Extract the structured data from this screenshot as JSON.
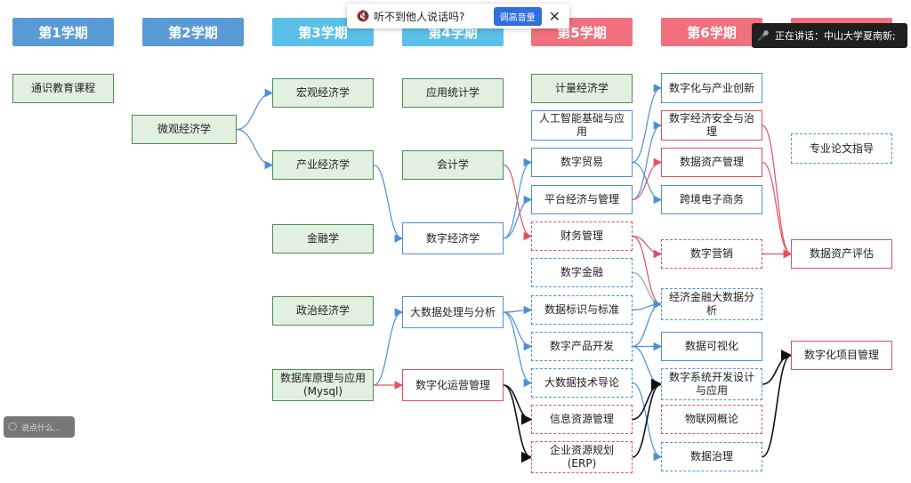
{
  "headers": [
    {
      "id": "s1",
      "label": "第1学期",
      "color": "#5b9bd5"
    },
    {
      "id": "s2",
      "label": "第2学期",
      "color": "#5b9bd5"
    },
    {
      "id": "s3",
      "label": "第3学期",
      "color": "#5bc0e8"
    },
    {
      "id": "s4",
      "label": "第4学期",
      "color": "#5bc0e8"
    },
    {
      "id": "s5",
      "label": "第5学期",
      "color": "#f0707e"
    },
    {
      "id": "s6",
      "label": "第6学期",
      "color": "#f0707e"
    },
    {
      "id": "s7",
      "label": "",
      "color": "#f0707e"
    }
  ],
  "notice": {
    "text": "听不到他人说话吗?",
    "button": "调高音量",
    "close": "✕"
  },
  "speaker": {
    "text": "正在讲话：中山大学夏南新;"
  },
  "chat_input": {
    "placeholder": "说点什么..."
  },
  "nodes": [
    {
      "id": "tongshi",
      "label": "通识教育课程",
      "style": "green"
    },
    {
      "id": "weiguan",
      "label": "微观经济学",
      "style": "green"
    },
    {
      "id": "hongguan",
      "label": "宏观经济学",
      "style": "green"
    },
    {
      "id": "chanye",
      "label": "产业经济学",
      "style": "green"
    },
    {
      "id": "jinrong",
      "label": "金融学",
      "style": "green"
    },
    {
      "id": "zhengzhi",
      "label": "政治经济学",
      "style": "green"
    },
    {
      "id": "shujuku",
      "label": "数据库原理与应用 (Mysql)",
      "style": "green"
    },
    {
      "id": "yingyong",
      "label": "应用统计学",
      "style": "green"
    },
    {
      "id": "kuaiji",
      "label": "会计学",
      "style": "green"
    },
    {
      "id": "shuzijingji",
      "label": "数字经济学",
      "style": "blue"
    },
    {
      "id": "dashuju",
      "label": "大数据处理与分析",
      "style": "blue"
    },
    {
      "id": "yunying",
      "label": "数字化运营管理",
      "style": "red"
    },
    {
      "id": "jiliang",
      "label": "计量经济学",
      "style": "green"
    },
    {
      "id": "rengong",
      "label": "人工智能基础与应用",
      "style": "blue"
    },
    {
      "id": "maoyi",
      "label": "数字贸易",
      "style": "blue"
    },
    {
      "id": "pingtai",
      "label": "平台经济与管理",
      "style": "blue"
    },
    {
      "id": "caiwu",
      "label": "财务管理",
      "style": "red-d"
    },
    {
      "id": "shuzijinrong",
      "label": "数字金融",
      "style": "blue-d"
    },
    {
      "id": "biaoshi",
      "label": "数据标识与标准",
      "style": "blue-d"
    },
    {
      "id": "chanpin",
      "label": "数字产品开发",
      "style": "blue-d"
    },
    {
      "id": "jishu",
      "label": "大数据技术导论",
      "style": "blue-d"
    },
    {
      "id": "xinxi",
      "label": "信息资源管理",
      "style": "red-d"
    },
    {
      "id": "erp",
      "label": "企业资源规划 (ERP)",
      "style": "red-d"
    },
    {
      "id": "chuangxin",
      "label": "数字化与产业创新",
      "style": "blue"
    },
    {
      "id": "anquan",
      "label": "数字经济安全与治理",
      "style": "red"
    },
    {
      "id": "zichan",
      "label": "数据资产管理",
      "style": "red"
    },
    {
      "id": "kuajing",
      "label": "跨境电子商务",
      "style": "blue"
    },
    {
      "id": "yingxiao",
      "label": "数字营销",
      "style": "red-d"
    },
    {
      "id": "dashujufenxi",
      "label": "经济金融大数据分析",
      "style": "blue-d"
    },
    {
      "id": "keshihua",
      "label": "数据可视化",
      "style": "blue"
    },
    {
      "id": "xitong",
      "label": "数字系统开发设计与应用",
      "style": "blue-d"
    },
    {
      "id": "wulianwang",
      "label": "物联网概论",
      "style": "red-d"
    },
    {
      "id": "zhili",
      "label": "数据治理",
      "style": "blue-d"
    },
    {
      "id": "lunwen",
      "label": "专业论文指导",
      "style": "blue-d"
    },
    {
      "id": "pinggu",
      "label": "数据资产评估",
      "style": "red"
    },
    {
      "id": "xiangmu",
      "label": "数字化项目管理",
      "style": "red"
    }
  ],
  "edges": [
    {
      "from": "weiguan",
      "to": "hongguan",
      "color": "blue"
    },
    {
      "from": "weiguan",
      "to": "chanye",
      "color": "blue"
    },
    {
      "from": "chanye",
      "to": "shuzijingji",
      "color": "blue"
    },
    {
      "from": "shuzijingji",
      "to": "maoyi",
      "color": "blue"
    },
    {
      "from": "shuzijingji",
      "to": "pingtai",
      "color": "blue"
    },
    {
      "from": "kuaiji",
      "to": "caiwu",
      "color": "red"
    },
    {
      "from": "maoyi",
      "to": "chuangxin",
      "color": "blue"
    },
    {
      "from": "maoyi",
      "to": "kuajing",
      "color": "blue"
    },
    {
      "from": "pingtai",
      "to": "anquan",
      "color": "blue"
    },
    {
      "from": "pingtai",
      "to": "zichan",
      "color": "red"
    },
    {
      "from": "caiwu",
      "to": "yingxiao",
      "color": "red"
    },
    {
      "from": "caiwu",
      "to": "dashujufenxi",
      "color": "red"
    },
    {
      "from": "shuzijinrong",
      "to": "dashujufenxi",
      "color": "gray"
    },
    {
      "from": "shujuku",
      "to": "dashuju",
      "color": "blue"
    },
    {
      "from": "dashuju",
      "to": "biaoshi",
      "color": "blue"
    },
    {
      "from": "dashuju",
      "to": "chanpin",
      "color": "blue"
    },
    {
      "from": "dashuju",
      "to": "jishu",
      "color": "blue"
    },
    {
      "from": "biaoshi",
      "to": "dashujufenxi",
      "color": "blue"
    },
    {
      "from": "chanpin",
      "to": "dashujufenxi",
      "color": "blue"
    },
    {
      "from": "chanpin",
      "to": "keshihua",
      "color": "blue"
    },
    {
      "from": "chanpin",
      "to": "xitong",
      "color": "blue"
    },
    {
      "from": "jishu",
      "to": "zhili",
      "color": "blue"
    },
    {
      "from": "yunying",
      "to": "xinxi",
      "color": "black"
    },
    {
      "from": "yunying",
      "to": "erp",
      "color": "black"
    },
    {
      "from": "shujuku",
      "to": "yunying",
      "color": "red"
    },
    {
      "from": "xinxi",
      "to": "xitong",
      "color": "black"
    },
    {
      "from": "erp",
      "to": "xitong",
      "color": "black"
    },
    {
      "from": "zichan",
      "to": "pinggu",
      "color": "red"
    },
    {
      "from": "anquan",
      "to": "pinggu",
      "color": "red"
    },
    {
      "from": "zhili",
      "to": "xiangmu",
      "color": "black"
    },
    {
      "from": "xitong",
      "to": "xiangmu",
      "color": "black"
    },
    {
      "from": "yingxiao",
      "to": "pinggu",
      "color": "red"
    }
  ]
}
